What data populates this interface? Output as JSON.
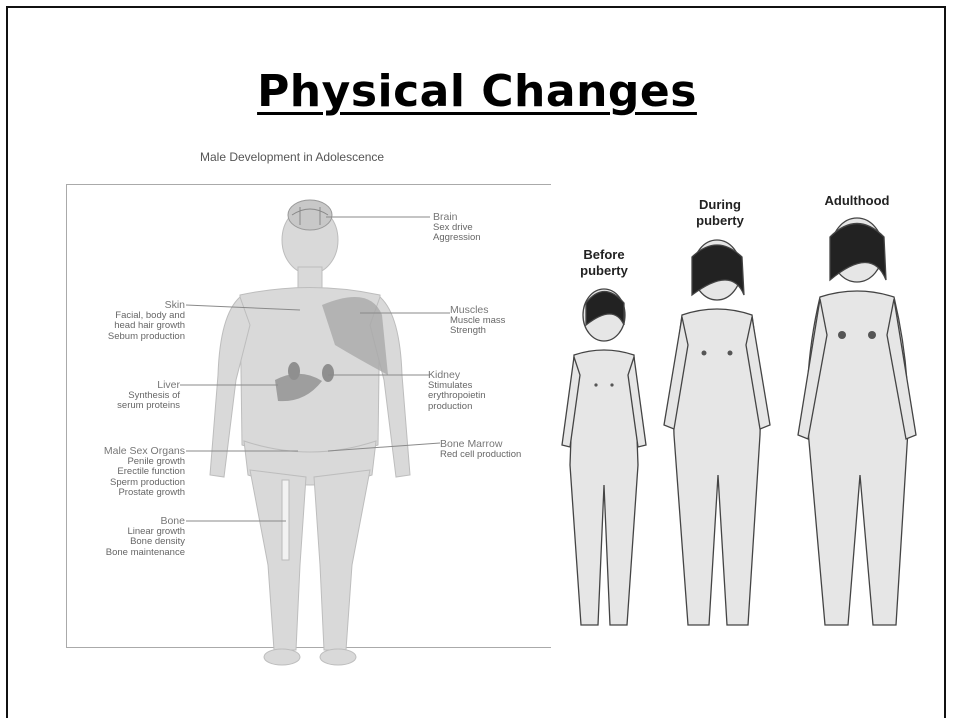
{
  "slide": {
    "title": "Physical Changes"
  },
  "male_figure": {
    "caption": "Male Development in Adolescence",
    "labels": {
      "brain": {
        "head": "Brain",
        "lines": [
          "Sex drive",
          "Aggression"
        ]
      },
      "skin": {
        "head": "Skin",
        "lines": [
          "Facial, body and",
          "head hair growth",
          "Sebum production"
        ]
      },
      "muscles": {
        "head": "Muscles",
        "lines": [
          "Muscle mass",
          "Strength"
        ]
      },
      "kidney": {
        "head": "Kidney",
        "lines": [
          "Stimulates",
          "erythropoietin",
          "production"
        ]
      },
      "liver": {
        "head": "Liver",
        "lines": [
          "Synthesis of",
          "serum proteins"
        ]
      },
      "sex_organs": {
        "head": "Male Sex Organs",
        "lines": [
          "Penile growth",
          "Erectile function",
          "Sperm production",
          "Prostate growth"
        ]
      },
      "bone_marrow": {
        "head": "Bone Marrow",
        "lines": [
          "Red cell production"
        ]
      },
      "bone": {
        "head": "Bone",
        "lines": [
          "Linear growth",
          "Bone density",
          "Bone maintenance"
        ]
      }
    }
  },
  "female_figure": {
    "stages": [
      {
        "line1": "Before",
        "line2": "puberty"
      },
      {
        "line1": "During",
        "line2": "puberty"
      },
      {
        "line1": "Adulthood",
        "line2": ""
      }
    ]
  }
}
